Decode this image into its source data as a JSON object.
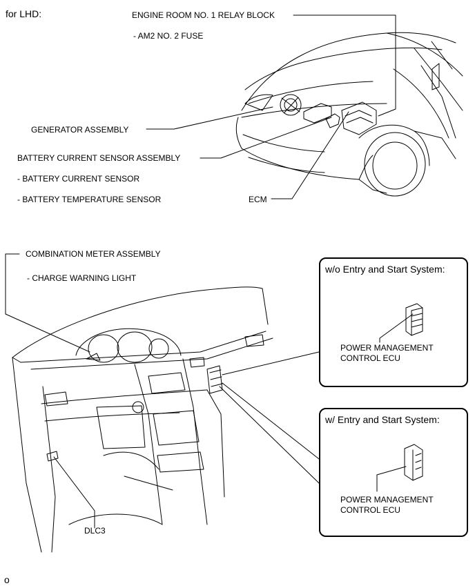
{
  "header": {
    "variant": "for LHD:"
  },
  "engine_room": {
    "relay_block": "ENGINE ROOM NO. 1 RELAY BLOCK",
    "relay_sub": "- AM2 NO. 2 FUSE",
    "generator": "GENERATOR ASSEMBLY",
    "battery_sensor": "BATTERY CURRENT SENSOR ASSEMBLY",
    "battery_sub1": "- BATTERY CURRENT SENSOR",
    "battery_sub2": "- BATTERY TEMPERATURE SENSOR",
    "ecm": "ECM"
  },
  "cabin": {
    "meter": "COMBINATION METER ASSEMBLY",
    "meter_sub": "- CHARGE WARNING LIGHT",
    "dlc": "DLC3"
  },
  "boxes": [
    {
      "title": "w/o Entry and Start System:",
      "line1": "POWER MANAGEMENT",
      "line2": "CONTROL ECU"
    },
    {
      "title": "w/ Entry and Start System:",
      "line1": "POWER MANAGEMENT",
      "line2": "CONTROL ECU"
    }
  ],
  "footer": {
    "code": "o"
  }
}
